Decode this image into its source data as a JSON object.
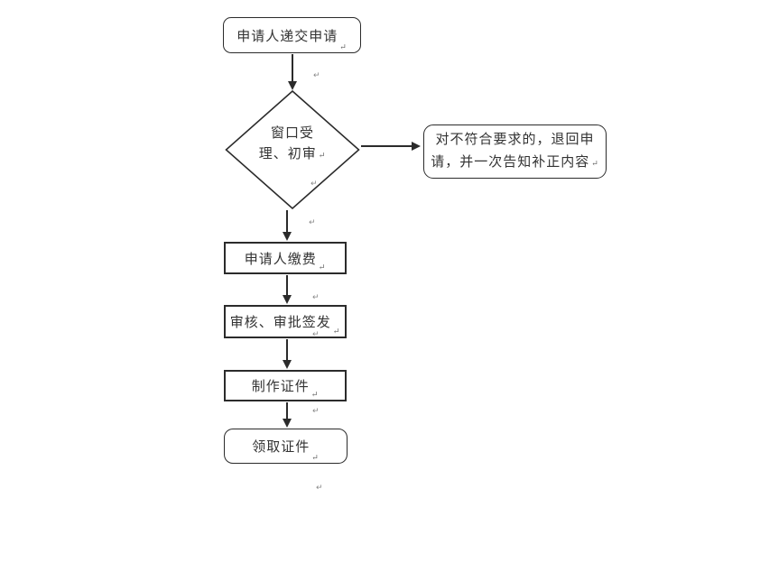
{
  "diagram": {
    "title": "service application flowchart",
    "nodes": {
      "start": {
        "label": "申请人递交申请"
      },
      "decision": {
        "line1": "窗口受",
        "line2": "理、初审"
      },
      "reject": {
        "line1": "对不符合要求的，退回申",
        "line2": "请，并一次告知补正内容"
      },
      "pay": {
        "label": "申请人缴费"
      },
      "review": {
        "label": "审核、审批签发"
      },
      "produce": {
        "label": "制作证件"
      },
      "receive": {
        "label": "领取证件"
      }
    },
    "marks": {
      "paragraph_mark": "↵",
      "anchor_mark": "↵"
    },
    "colors": {
      "line": "#2b2b2b",
      "text": "#333333",
      "background": "#ffffff",
      "mark": "#888888"
    }
  }
}
